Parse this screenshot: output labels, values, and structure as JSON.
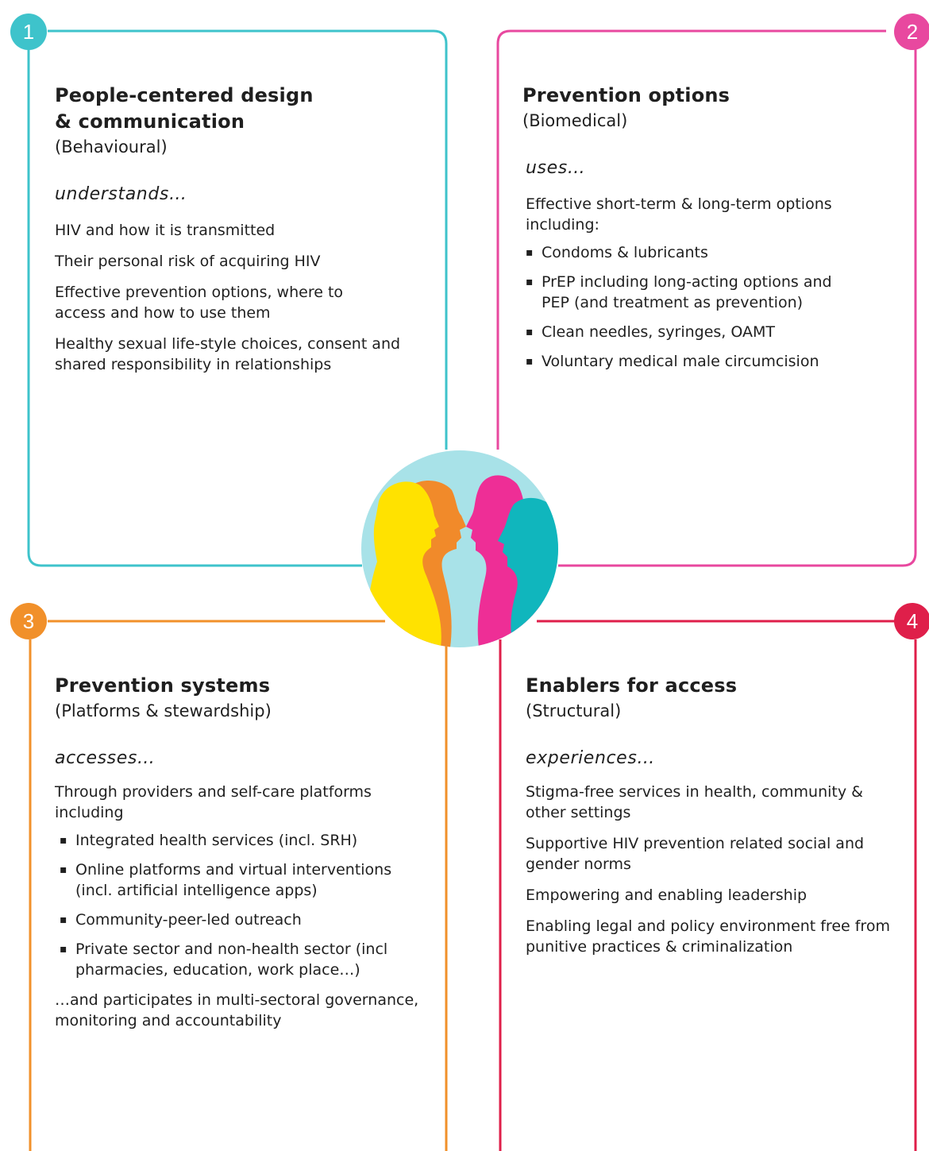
{
  "colors": {
    "teal": "#3ec3cb",
    "pink": "#e8489f",
    "orange": "#f1902a",
    "red": "#df1f4a",
    "circle_bg": "#a8e2e8",
    "yellow": "#ffe200",
    "person_orange": "#f18a2a",
    "person_pink": "#ee2e96",
    "person_teal": "#10b6bd"
  },
  "quadrants": [
    {
      "number": "1",
      "title_line1": "People-centered design",
      "title_line2": "& communication",
      "subtitle": "(Behavioural)",
      "verb": "understands…",
      "items": [
        "HIV and how it is transmitted",
        "Their personal risk of acquiring HIV",
        "Effective prevention options, where to access and how to use them",
        "Healthy sexual life-style choices, consent and shared responsibility in relationships"
      ]
    },
    {
      "number": "2",
      "title": "Prevention options",
      "subtitle": "(Biomedical)",
      "verb": "uses…",
      "intro": "Effective short-term & long-term options including:",
      "bullets": [
        "Condoms & lubricants",
        "PrEP including long-acting options and PEP (and treatment as prevention)",
        "Clean needles, syringes, OAMT",
        "Voluntary medical male circumcision"
      ]
    },
    {
      "number": "3",
      "title": "Prevention systems",
      "subtitle": "(Platforms & stewardship)",
      "verb": "accesses…",
      "intro": "Through providers and self-care platforms including",
      "bullets": [
        "Integrated health services (incl. SRH)",
        "Online platforms and virtual interventions (incl. artificial intelligence apps)",
        "Community-peer-led outreach",
        "Private sector and non-health sector (incl pharmacies, education, work place…)"
      ],
      "outro": "…and participates in multi-sectoral governance, monitoring and accountability"
    },
    {
      "number": "4",
      "title": "Enablers for access",
      "subtitle": "(Structural)",
      "verb": "experiences…",
      "items": [
        "Stigma-free services in health, community & other settings",
        "Supportive HIV prevention related social and gender norms",
        "Empowering and enabling leadership",
        "Enabling legal and policy environment free from punitive practices & criminalization"
      ]
    }
  ]
}
